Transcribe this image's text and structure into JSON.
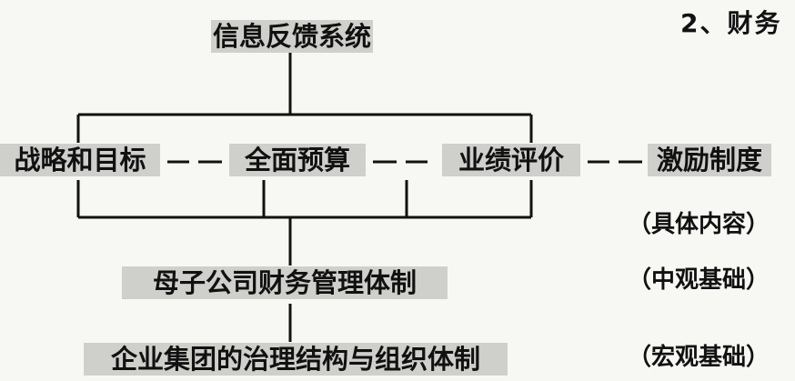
{
  "heading": "2、财务",
  "nodes": {
    "info_feedback": "信息反馈系统",
    "strategy": "战略和目标",
    "budget": "全面预算",
    "performance": "业绩评价",
    "incentive": "激励制度",
    "parent_sub": "母子公司财务管理体制",
    "governance": "企业集团的治理结构与组织体制"
  },
  "labels": {
    "specific": "（具体内容）",
    "meso": "（中观基础）",
    "macro": "（宏观基础）"
  }
}
